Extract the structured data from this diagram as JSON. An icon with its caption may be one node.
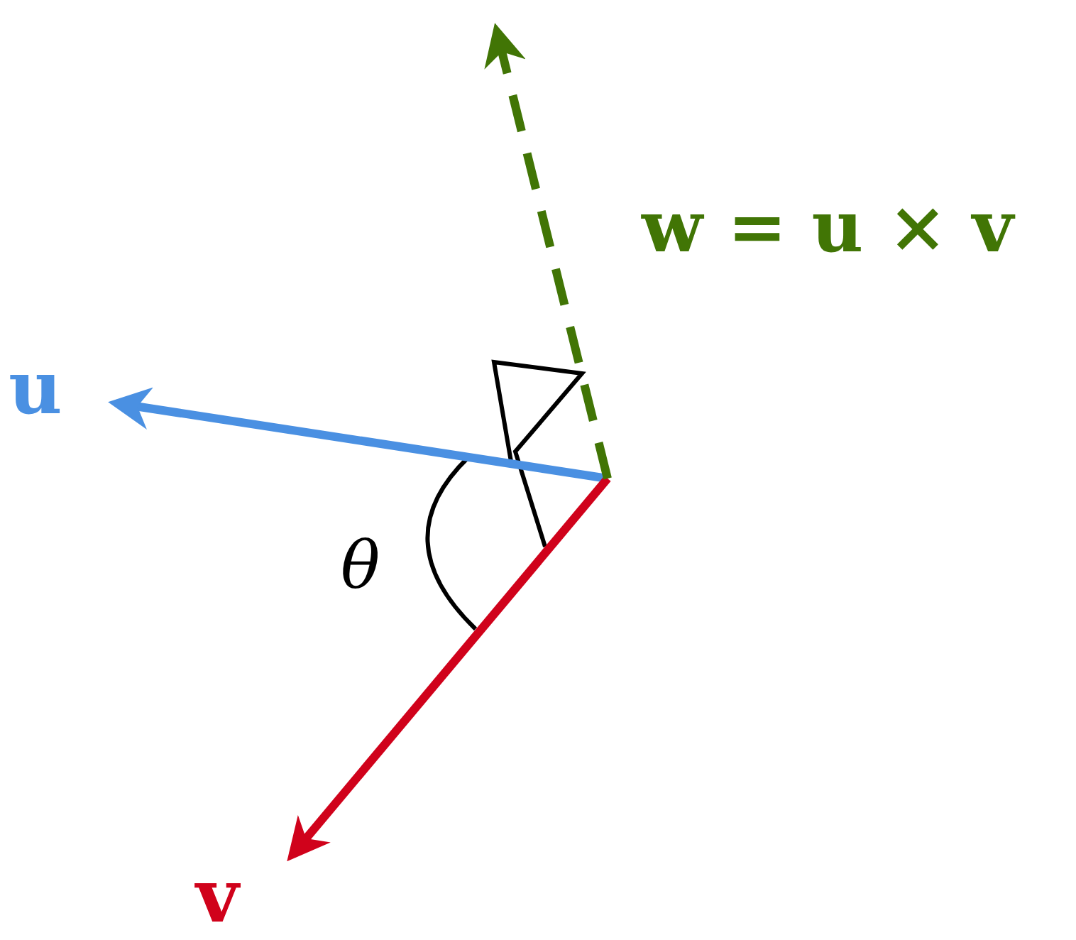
{
  "diagram": {
    "labels": [
      "w = u × v",
      "u",
      "θ",
      "v"
    ]
  }
}
